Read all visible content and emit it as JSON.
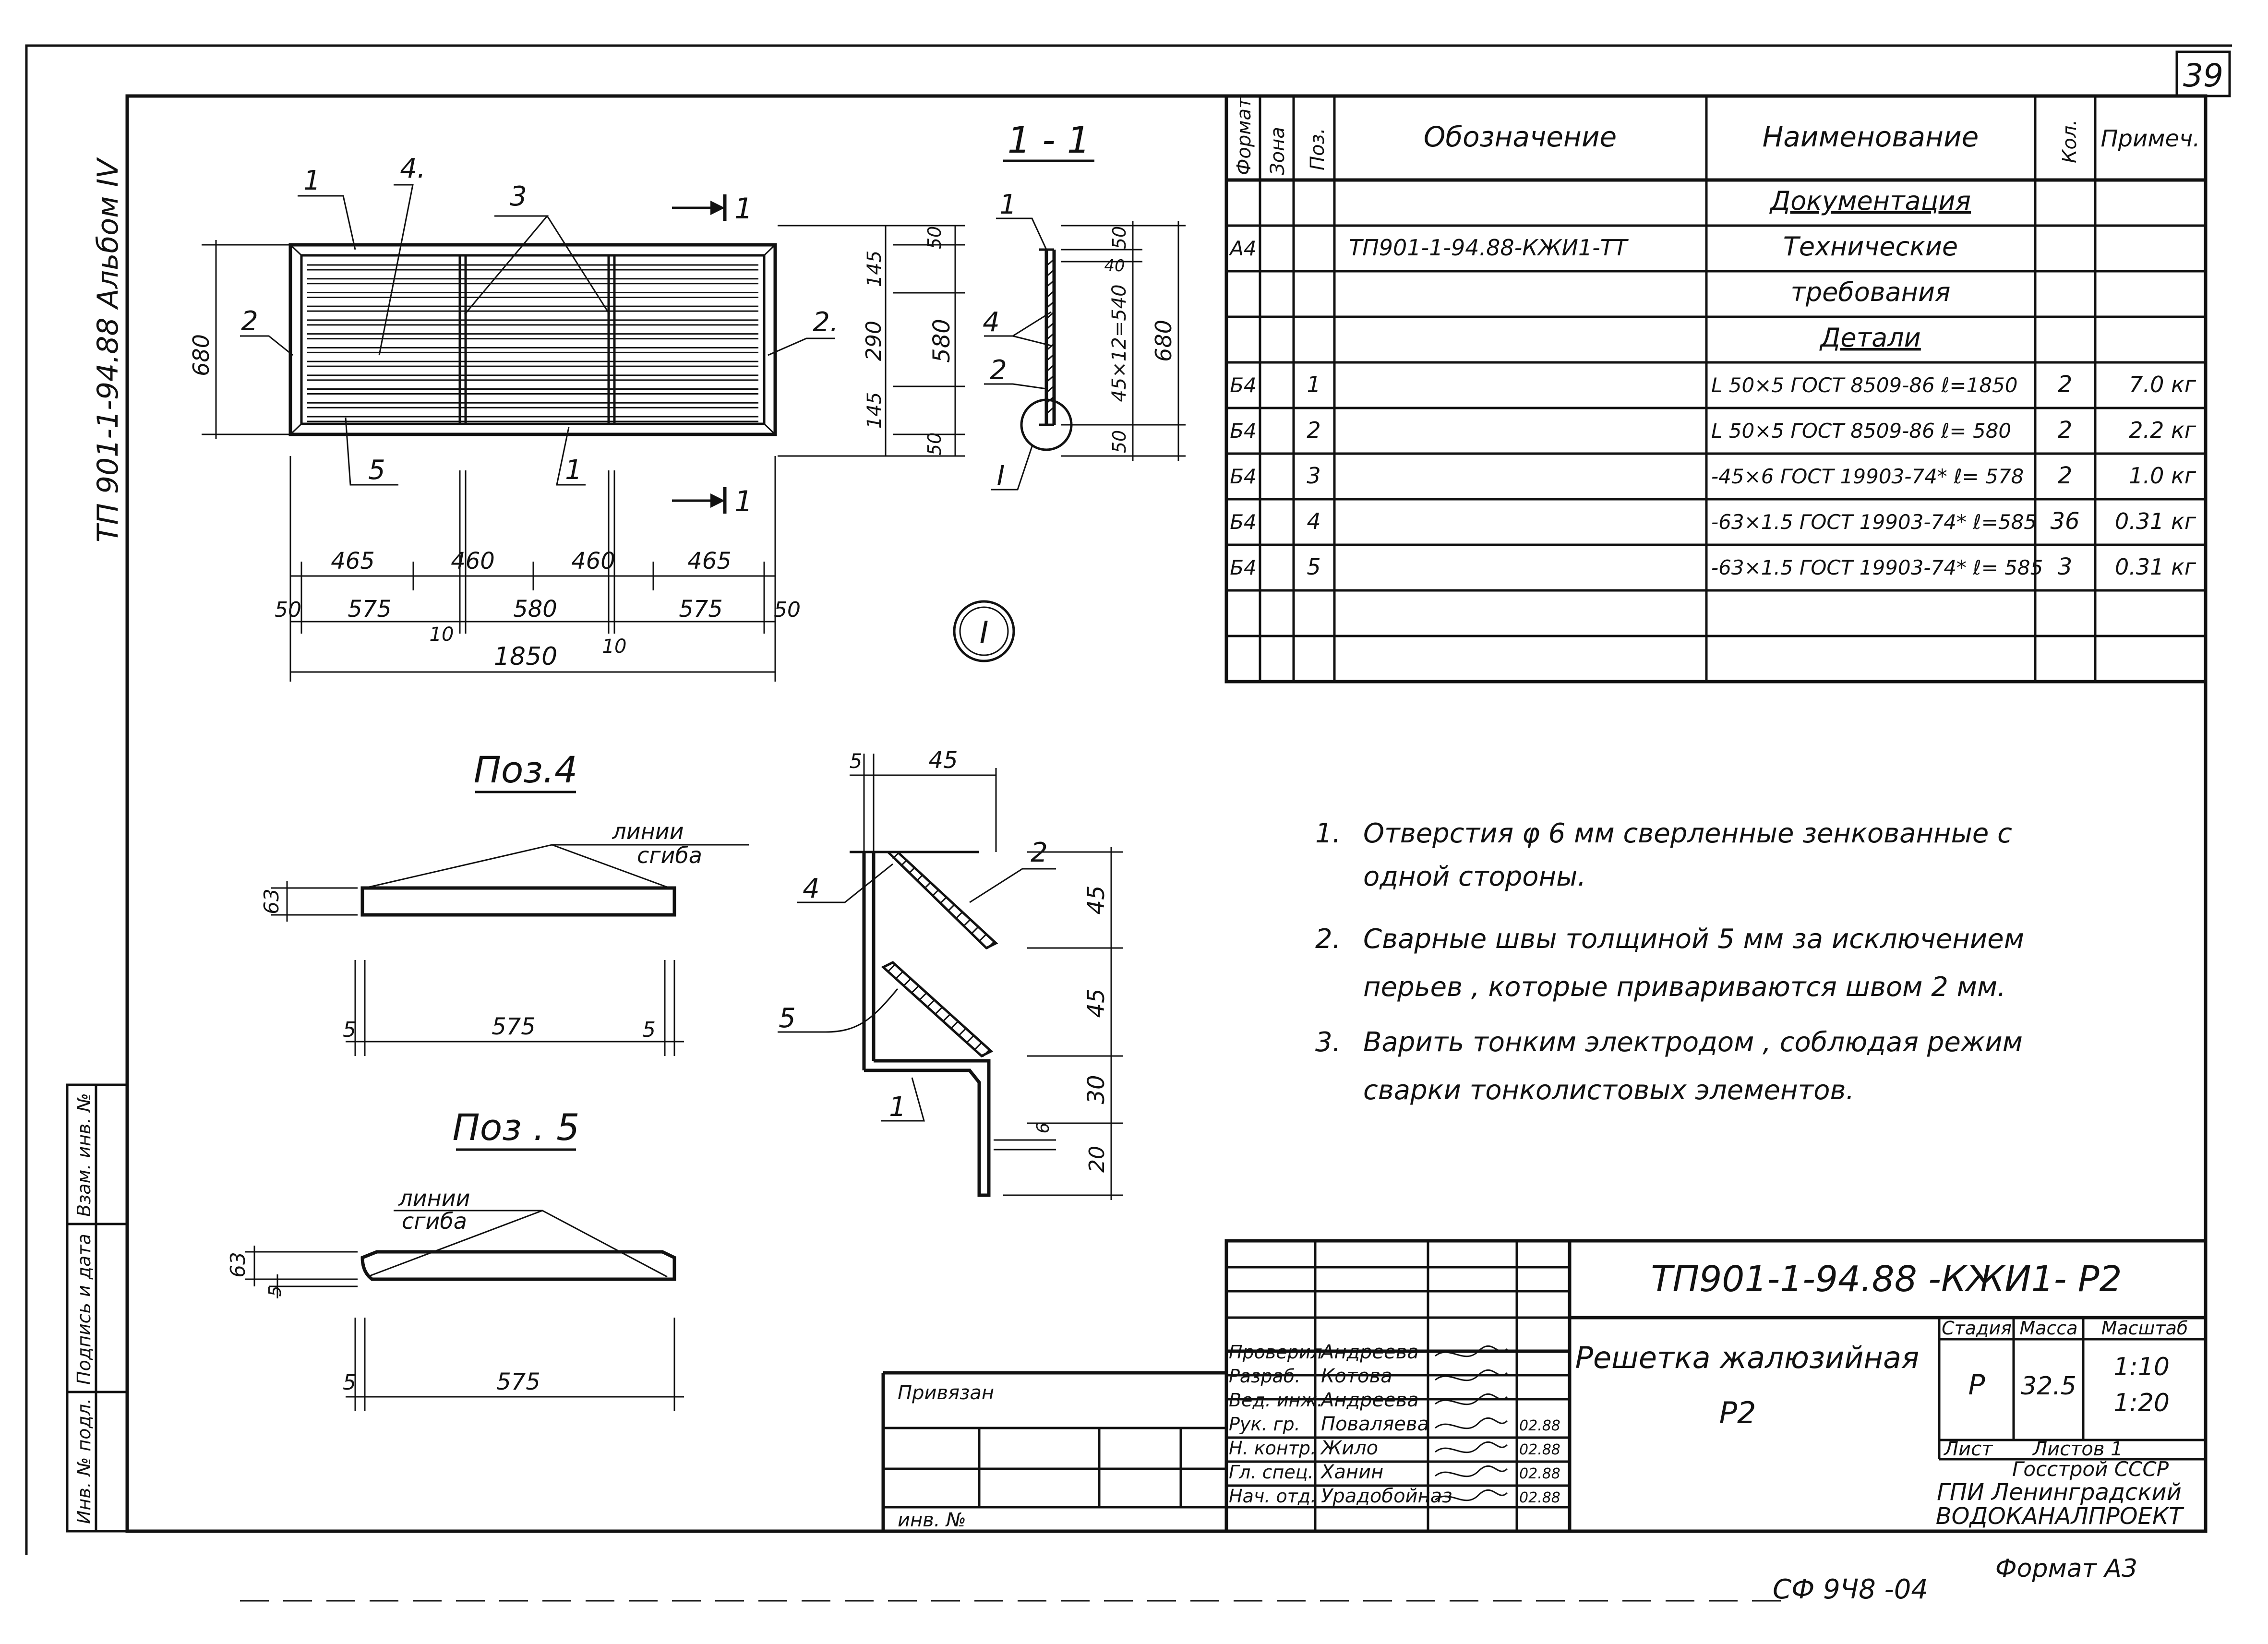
{
  "sheet": {
    "sheet_number": "39",
    "side_margin_label": "ТП 901-1-94.88  Альбом IV",
    "bottom_left_stamps": [
      "Инв. № подл.",
      "Подпись и дата",
      "Взам. инв. №"
    ],
    "footer_code": "СФ 9Ч8 -04",
    "format_label": "Формат А3"
  },
  "spec_table": {
    "headers": [
      "Формат",
      "Зона",
      "Поз.",
      "Обозначение",
      "Наименование",
      "Кол.",
      "Примеч."
    ],
    "rows": [
      {
        "format": "",
        "zone": "",
        "pos": "",
        "designation": "",
        "name": "Документация",
        "qty": "",
        "note": ""
      },
      {
        "format": "А4",
        "zone": "",
        "pos": "",
        "designation": "ТП901-1-94.88-КЖИ1-ТТ",
        "name": "Технические",
        "qty": "",
        "note": ""
      },
      {
        "format": "",
        "zone": "",
        "pos": "",
        "designation": "",
        "name": "требования",
        "qty": "",
        "note": ""
      },
      {
        "format": "",
        "zone": "",
        "pos": "",
        "designation": "",
        "name": "Детали",
        "qty": "",
        "note": ""
      },
      {
        "format": "Б4",
        "zone": "",
        "pos": "1",
        "designation": "",
        "name": "L 50×5  ГОСТ 8509-86  ℓ=1850",
        "qty": "2",
        "note": "7.0 кг"
      },
      {
        "format": "Б4",
        "zone": "",
        "pos": "2",
        "designation": "",
        "name": "L 50×5  ГОСТ 8509-86  ℓ= 580",
        "qty": "2",
        "note": "2.2 кг"
      },
      {
        "format": "Б4",
        "zone": "",
        "pos": "3",
        "designation": "",
        "name": "-45×6  ГОСТ 19903-74*  ℓ= 578",
        "qty": "2",
        "note": "1.0 кг"
      },
      {
        "format": "Б4",
        "zone": "",
        "pos": "4",
        "designation": "",
        "name": "-63×1.5  ГОСТ 19903-74*  ℓ=585",
        "qty": "36",
        "note": "0.31 кг"
      },
      {
        "format": "Б4",
        "zone": "",
        "pos": "5",
        "designation": "",
        "name": "-63×1.5  ГОСТ 19903-74*  ℓ= 585",
        "qty": "3",
        "note": "0.31 кг"
      },
      {
        "format": "",
        "zone": "",
        "pos": "",
        "designation": "",
        "name": "",
        "qty": "",
        "note": ""
      },
      {
        "format": "",
        "zone": "",
        "pos": "",
        "designation": "",
        "name": "",
        "qty": "",
        "note": ""
      }
    ]
  },
  "plan_view": {
    "dims_top": [
      "465",
      "460",
      "460",
      "465"
    ],
    "dims_bottom": [
      "50",
      "575",
      "580",
      "575",
      "50"
    ],
    "gap_labels": [
      "10",
      "10"
    ],
    "overall": "1850",
    "dims_left": "680",
    "dims_right_inner": [
      "50",
      "145",
      "290",
      "145",
      "50"
    ],
    "dims_right_outer": "580",
    "leaders": [
      "1",
      "4.",
      "3",
      "2",
      "2.",
      "5",
      "1"
    ],
    "cut_label": "1"
  },
  "section_1_1": {
    "title": "1 - 1",
    "dims": [
      "50",
      "40",
      "45×12=540",
      "50",
      "680"
    ],
    "leaders": [
      "1",
      "4",
      "2",
      "I"
    ]
  },
  "detail_I": {
    "callout": "I",
    "dims": [
      "5",
      "45",
      "45",
      "45",
      "30",
      "20",
      "6"
    ],
    "leaders": [
      "2",
      "4",
      "5",
      "1"
    ]
  },
  "pos4": {
    "title": "Поз.4",
    "note_line1": "линии",
    "note_line2": "сгиба",
    "dim_height": "63",
    "dims": [
      "5",
      "575",
      "5"
    ]
  },
  "pos5": {
    "title": "Поз . 5",
    "note_line1": "линии",
    "note_line2": "сгиба",
    "dim_heights": [
      "63",
      "5"
    ],
    "dims": [
      "5",
      "575"
    ]
  },
  "notes": [
    {
      "num": "1.",
      "text": "Отверстия  φ 6 мм   сверленные  зенкованные  с"
    },
    {
      "num": "",
      "text": "одной  стороны."
    },
    {
      "num": "2.",
      "text": "Сварные  швы  толщиной  5 мм   за  исключением"
    },
    {
      "num": "",
      "text": "перьев ,  которые  привариваются   швом   2 мм."
    },
    {
      "num": "3.",
      "text": "Варить   тонким  электродом ,  соблюдая  режим"
    },
    {
      "num": "",
      "text": "сварки   тонколистовых   элементов."
    }
  ],
  "title_block": {
    "doc_code": "ТП901-1-94.88  -КЖИ1- Р2",
    "title_line1": "Решетка  жалюзийная",
    "title_line2": "Р2",
    "stage_header": "Стадия",
    "mass_header": "Масса",
    "scale_header": "Масштаб",
    "stage": "Р",
    "mass": "32.5",
    "scale1": "1:10",
    "scale2": "1:20",
    "sheet_label": "Лист",
    "sheets_label": "Листов  1",
    "org_line1": "Госстрой  СССР",
    "org_line2": "ГПИ  Ленинградский",
    "org_line3": "ВОДОКАНАЛПРОЕКТ",
    "privyazan": "Привязан",
    "inv": "инв. №",
    "roles": [
      {
        "role": "Проверил",
        "name": "Андреева",
        "date": ""
      },
      {
        "role": "Разраб.",
        "name": "Котова",
        "date": ""
      },
      {
        "role": "Вед. инж.",
        "name": "Андреева",
        "date": ""
      },
      {
        "role": "Рук. гр.",
        "name": "Поваляева",
        "date": "02.88"
      },
      {
        "role": "Н. контр.",
        "name": "Жило",
        "date": "02.88"
      },
      {
        "role": "Гл. спец.",
        "name": "Ханин",
        "date": "02.88"
      },
      {
        "role": "Нач. отд.",
        "name": "Урадобойназ",
        "date": "02.88"
      }
    ]
  }
}
